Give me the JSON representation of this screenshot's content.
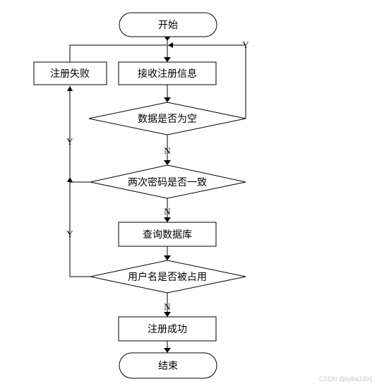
{
  "flowchart": {
    "start": "开始",
    "receive_info": "接收注册信息",
    "register_fail": "注册失败",
    "check_empty": "数据是否为空",
    "check_passwords": "两次密码是否一致",
    "query_db": "查询数据库",
    "check_username": "用户名是否被占用",
    "register_success": "注册成功",
    "end": "结束"
  },
  "edges": {
    "yes": "Y",
    "no": "N"
  },
  "watermark": "CSDN @kyba1991"
}
